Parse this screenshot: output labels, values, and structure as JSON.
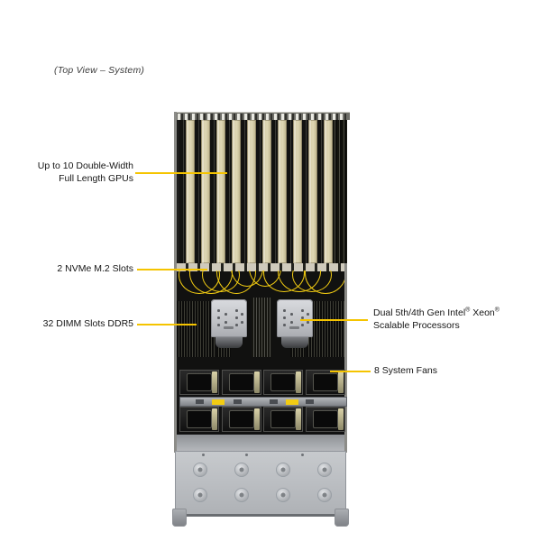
{
  "figure": {
    "caption": "(Top View – System)",
    "background_color": "#ffffff",
    "leader_line_color": "#F5C400"
  },
  "callouts": [
    {
      "id": "gpus",
      "side": "left",
      "line1": "Up to 10 Double-Width",
      "line2": "Full Length GPUs",
      "quantity": "10",
      "component": "Double-Width Full Length GPUs"
    },
    {
      "id": "nvme",
      "side": "left",
      "line1": "2 NVMe M.2 Slots",
      "line2": "",
      "quantity": "2",
      "component": "NVMe M.2 Slots"
    },
    {
      "id": "dimm",
      "side": "left",
      "line1": "32 DIMM Slots DDR5",
      "line2": "",
      "quantity": "32",
      "component": "DIMM Slots DDR5"
    },
    {
      "id": "cpu",
      "side": "right",
      "line1_pre": "Dual 5th/4th Gen Intel",
      "line1_mid": " Xeon",
      "line1_sup": "®",
      "line2": "Scalable Processors",
      "quantity": "2",
      "component": "Intel Xeon Scalable Processors"
    },
    {
      "id": "fans",
      "side": "right",
      "line1": "8 System Fans",
      "line2": "",
      "quantity": "8",
      "component": "System Fans"
    }
  ],
  "chassis": {
    "gpu_bay": {
      "card_count": 10,
      "card_color": "#ded6b4",
      "gap_color": "#121211"
    },
    "cpu_heatsinks": {
      "count": 2,
      "color": "#c2c4c8"
    },
    "dimm_banks": {
      "count": 4,
      "color": "#3e3e36"
    },
    "cables": {
      "color": "#F2CC12"
    },
    "fans": {
      "rows": 2,
      "per_row": 4,
      "total": 8
    },
    "bottom_panel": {
      "bosses": 8,
      "rows": 2,
      "per_row": 4,
      "color": "#bcbfc3"
    },
    "feet": {
      "count": 2
    }
  }
}
